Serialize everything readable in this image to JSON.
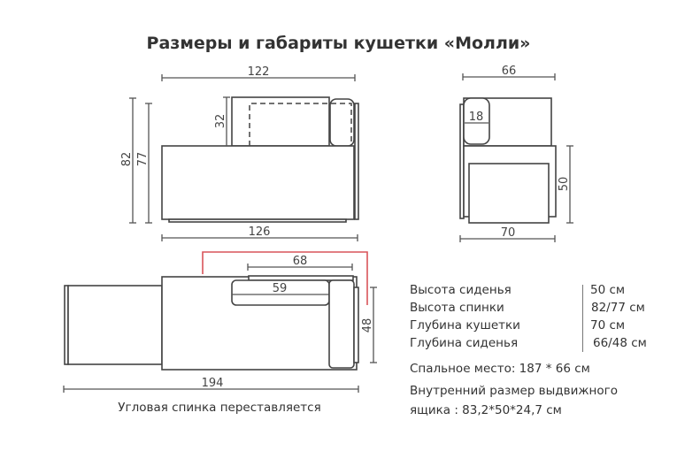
{
  "title": "Размеры и габариты кушетки «Молли»",
  "front_view": {
    "width_top": "122",
    "width_bottom": "126",
    "height_total": "82",
    "height_back": "77",
    "back_cushion_height": "32"
  },
  "side_view": {
    "depth_top": "66",
    "depth_bottom": "70",
    "armrest_width": "18",
    "seat_height": "50"
  },
  "top_view": {
    "backrest_length": "68",
    "cushion_length": "59",
    "seat_depth": "48",
    "extended_length": "194",
    "caption": "Угловая спинка переставляется"
  },
  "specs": [
    {
      "label": "Высота сиденья",
      "value": "50 см"
    },
    {
      "label": "Высота спинки",
      "value": "82/77 см"
    },
    {
      "label": "Глубина кушетки",
      "value": "70 см"
    },
    {
      "label": "Глубина сиденья",
      "value": "66/48 см"
    }
  ],
  "sleeping_area": "Спальное место: 187 * 66 см",
  "drawer_line1": "Внутренний размер выдвижного",
  "drawer_line2": "ящика : 83,2*50*24,7 см",
  "colors": {
    "line": "#444444",
    "accent": "#d9545a"
  }
}
